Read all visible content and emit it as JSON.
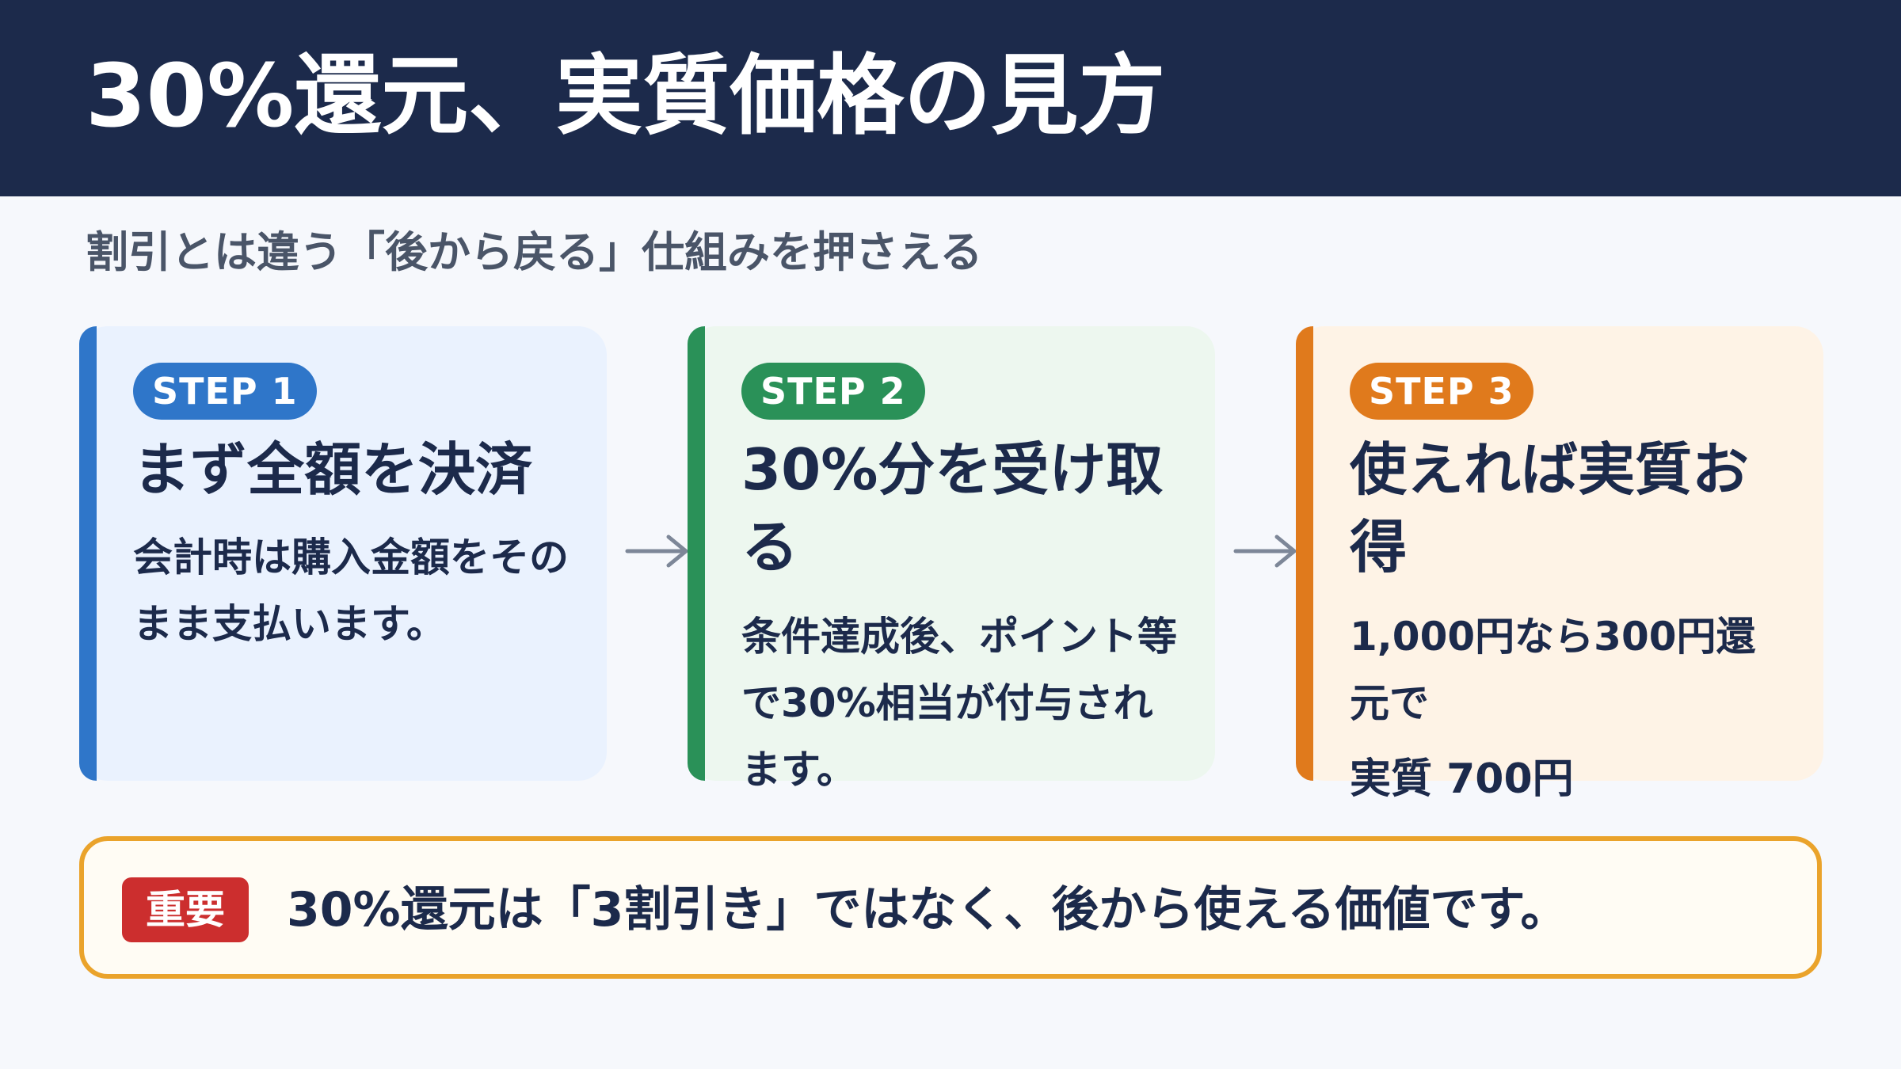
{
  "header": {
    "title": "30%還元、実質価格の見方"
  },
  "subtitle": "割引とは違う「後から戻る」仕組みを押さえる",
  "steps": [
    {
      "badge": "STEP 1",
      "title": "まず全額を決済",
      "body": "会計時は購入金額をそのまま支払います。",
      "extra": "",
      "color": "#2f76c9"
    },
    {
      "badge": "STEP 2",
      "title": "30%分を受け取る",
      "body": "条件達成後、ポイント等で30%相当が付与されます。",
      "extra": "",
      "color": "#2a9158"
    },
    {
      "badge": "STEP 3",
      "title": "使えれば実質お得",
      "body": "1,000円なら300円還元で",
      "extra": "実質 700円",
      "color": "#e07a1c"
    }
  ],
  "note": {
    "badge": "重要",
    "text": "30%還元は「3割引き」ではなく、後から使える価値です。"
  },
  "icons": [
    "arrow-right-icon",
    "arrow-right-icon"
  ]
}
